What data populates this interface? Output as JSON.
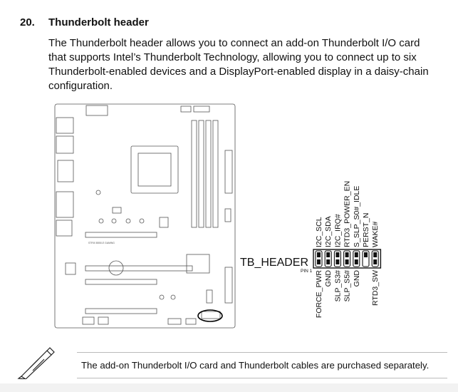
{
  "section": {
    "number": "20.",
    "title": "Thunderbolt header",
    "paragraph_lines": [
      "The Thunderbolt header allows you to connect an add-on Thunderbolt I/O card",
      "that supports Intel’s Thunderbolt Technology, allowing you to connect up to six",
      "Thunderbolt-enabled devices and a DisplayPort-enabled display in a daisy-chain",
      "configuration."
    ]
  },
  "diagram": {
    "header_label": "TB_HEADER",
    "pin1_label": "PIN 1",
    "top_pins": [
      "I2C_SCL",
      "I2C_SDA",
      "I2C_IRQ#",
      "RTD3_POWER_EN",
      "S_SLP_S0#_IDLE",
      "PERST_N",
      "WAKE#"
    ],
    "bottom_pins": [
      "FORCE_PWR",
      "GND",
      "SLP_S3#",
      "SLP_S5#",
      "GND",
      "",
      "RTD3_SW"
    ],
    "board_silkscreen": "STRIX B550-E GAMING"
  },
  "note": {
    "icon": "pen-icon",
    "text": "The add-on Thunderbolt I/O card and Thunderbolt cables are purchased separately."
  }
}
